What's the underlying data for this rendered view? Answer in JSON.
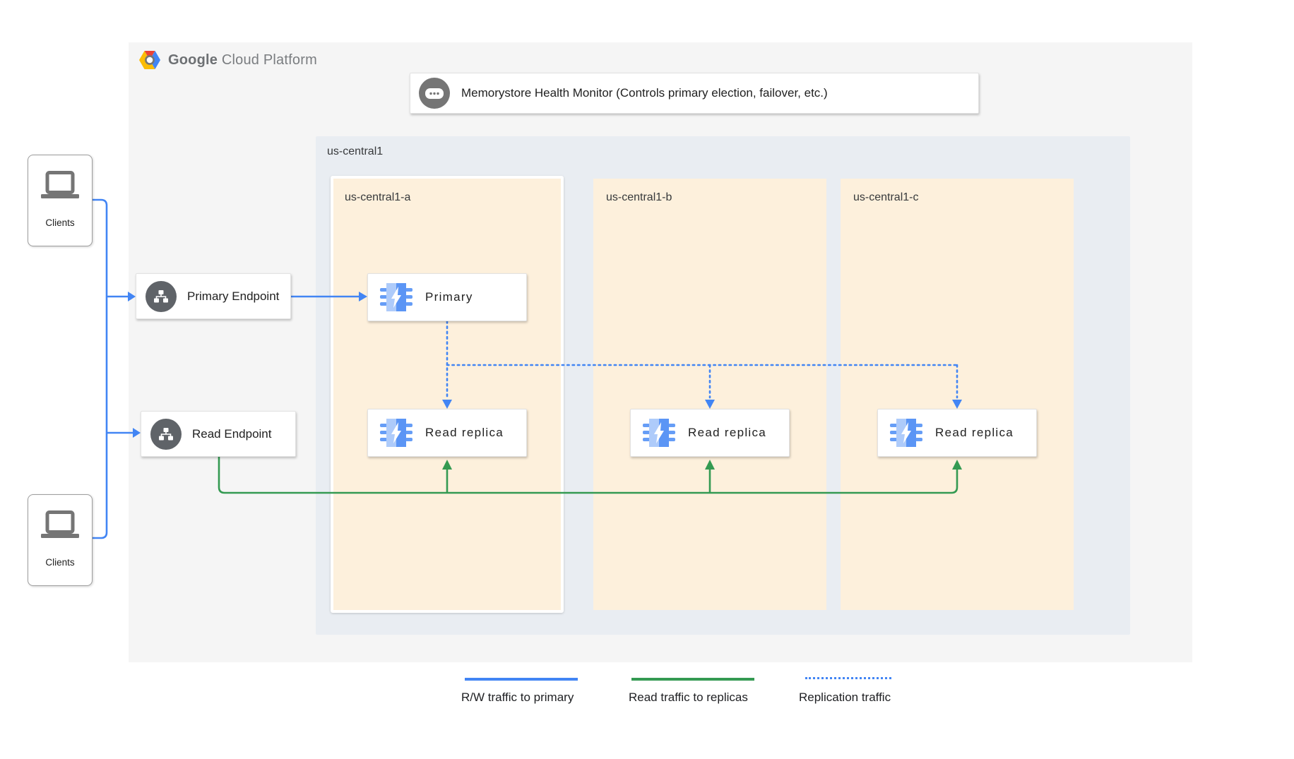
{
  "header": {
    "brand_google": "Google",
    "brand_rest": "Cloud Platform"
  },
  "health_monitor": {
    "label": "Memorystore Health Monitor (Controls primary election, failover, etc.)"
  },
  "region": {
    "label": "us-central1",
    "zones": [
      {
        "label": "us-central1-a",
        "nodes": [
          "Primary",
          "Read replica"
        ]
      },
      {
        "label": "us-central1-b",
        "nodes": [
          "Read replica"
        ]
      },
      {
        "label": "us-central1-c",
        "nodes": [
          "Read replica"
        ]
      }
    ]
  },
  "endpoints": {
    "primary": "Primary Endpoint",
    "read": "Read Endpoint"
  },
  "clients": {
    "top": "Clients",
    "bottom": "Clients"
  },
  "legend": [
    {
      "label": "R/W traffic to primary",
      "style": "solid",
      "color": "#4285f4"
    },
    {
      "label": "Read traffic to replicas",
      "style": "solid",
      "color": "#349a52"
    },
    {
      "label": "Replication traffic",
      "style": "dotted",
      "color": "#4285f4"
    }
  ],
  "flows": [
    {
      "from": "Clients (top)",
      "to": "Primary Endpoint",
      "type": "R/W traffic"
    },
    {
      "from": "Clients (bottom)",
      "to": "Read Endpoint",
      "type": "R/W traffic"
    },
    {
      "from": "Primary Endpoint",
      "to": "Primary",
      "type": "R/W traffic"
    },
    {
      "from": "Primary",
      "to": "Read replica us-central1-a",
      "type": "Replication traffic"
    },
    {
      "from": "Primary",
      "to": "Read replica us-central1-b",
      "type": "Replication traffic"
    },
    {
      "from": "Primary",
      "to": "Read replica us-central1-c",
      "type": "Replication traffic"
    },
    {
      "from": "Read Endpoint",
      "to": "Read replica us-central1-a",
      "type": "Read traffic"
    },
    {
      "from": "Read Endpoint",
      "to": "Read replica us-central1-b",
      "type": "Read traffic"
    },
    {
      "from": "Read Endpoint",
      "to": "Read replica us-central1-c",
      "type": "Read traffic"
    }
  ],
  "colors": {
    "rw_traffic": "#4285f4",
    "read_traffic": "#349a52",
    "replication_traffic": "#4285f4",
    "zone_fill": "#fdf0dc",
    "region_fill": "#e9edf2",
    "panel_fill": "#f5f5f5"
  }
}
